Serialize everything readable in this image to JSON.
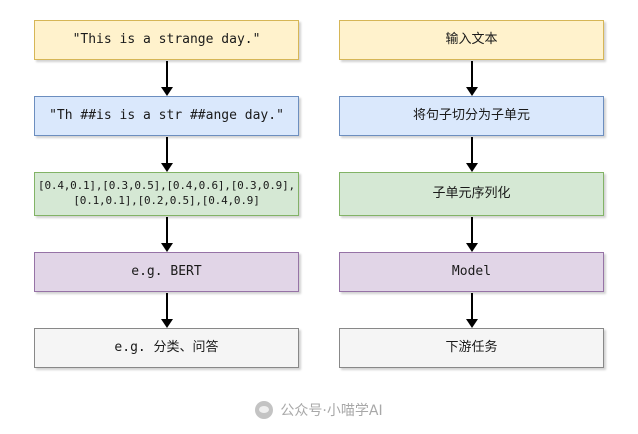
{
  "left": {
    "input": "\"This is a strange day.\"",
    "tokenized": "\"Th ##is is a str ##ange day.\"",
    "vectors": "[0.4,0.1],[0.3,0.5],[0.4,0.6],[0.3,0.9],\n[0.1,0.1],[0.2,0.5],[0.4,0.9]",
    "model": "e.g. BERT",
    "downstream": "e.g. 分类、问答"
  },
  "right": {
    "input": "输入文本",
    "tokenized": "将句子切分为子单元",
    "vectors": "子单元序列化",
    "model": "Model",
    "downstream": "下游任务"
  },
  "watermark": {
    "text": "公众号·小喵学AI"
  },
  "colors": {
    "yellow_bg": "#fff2cc",
    "yellow_border": "#d6b656",
    "blue_bg": "#dae8fc",
    "blue_border": "#6c8ebf",
    "green_bg": "#d5e8d4",
    "green_border": "#82b366",
    "purple_bg": "#e1d5e7",
    "purple_border": "#9673a6",
    "plain_bg": "#f5f5f5",
    "plain_border": "#888888"
  }
}
